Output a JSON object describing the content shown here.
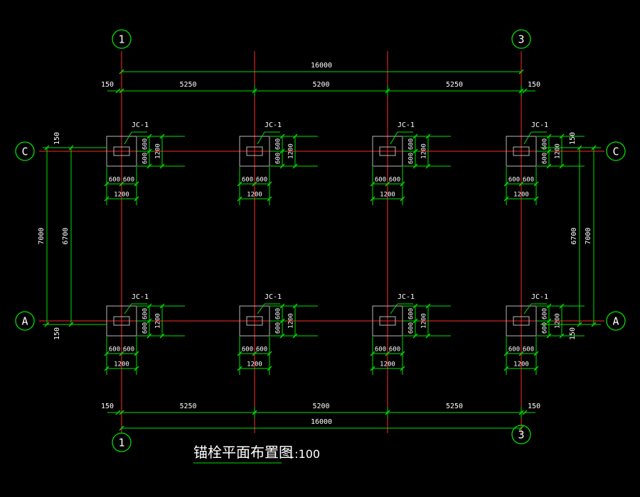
{
  "colors": {
    "background": "#000000",
    "grid_line": "#ff2a2a",
    "dim_line": "#00e000",
    "footing": "#b8b8b8",
    "text": "#ffffff",
    "bubble": "#00e000"
  },
  "title": {
    "text": "锚栓平面布置图",
    "scale": "1:100"
  },
  "axes": {
    "top": [
      "1",
      "3"
    ],
    "bottom": [
      "1",
      "3"
    ],
    "left": [
      "C",
      "A"
    ],
    "right": [
      "C",
      "A"
    ]
  },
  "footing_label": "JC-1",
  "footing_dims": {
    "half": "600",
    "full": "1200"
  },
  "dims": {
    "overall": "16000",
    "spans": [
      "5250",
      "5200",
      "5250"
    ],
    "edge": "150",
    "row_outer": "7000",
    "row_inner": "6700"
  }
}
